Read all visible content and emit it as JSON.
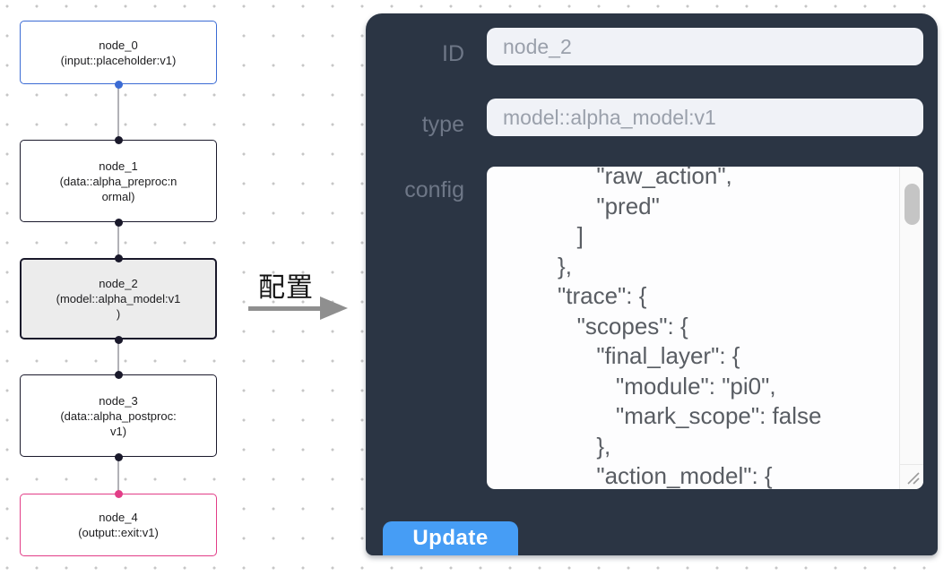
{
  "flow": {
    "nodes": [
      {
        "id": "node_0",
        "lines": [
          "node_0",
          "(input::placeholder:v1)"
        ]
      },
      {
        "id": "node_1",
        "lines": [
          "node_1",
          "(data::alpha_preproc:n",
          "ormal)"
        ]
      },
      {
        "id": "node_2",
        "lines": [
          "node_2",
          "(model::alpha_model:v1",
          ")"
        ]
      },
      {
        "id": "node_3",
        "lines": [
          "node_3",
          "(data::alpha_postproc:",
          "v1)"
        ]
      },
      {
        "id": "node_4",
        "lines": [
          "node_4",
          "(output::exit:v1)"
        ]
      }
    ],
    "colors": {
      "input_border": "#3b6bd4",
      "default_border": "#1a192b",
      "output_border": "#e23d87",
      "selected_bg": "#ececec",
      "edge": "#b1b1b7"
    }
  },
  "annotation": {
    "label": "配置"
  },
  "panel": {
    "bg": "#2b3544",
    "fields": [
      {
        "label": "ID",
        "value": "node_2"
      },
      {
        "label": "type",
        "value": "model::alpha_model:v1"
      }
    ],
    "config": {
      "label": "config",
      "lines": [
        "               \"raw_action\",",
        "               \"pred\"",
        "            ]",
        "         },",
        "         \"trace\": {",
        "            \"scopes\": {",
        "               \"final_layer\": {",
        "                  \"module\": \"pi0\",",
        "                  \"mark_scope\": false",
        "               },",
        "               \"action_model\": {"
      ]
    },
    "update_button": {
      "label": "Update",
      "color": "#469df5"
    }
  }
}
